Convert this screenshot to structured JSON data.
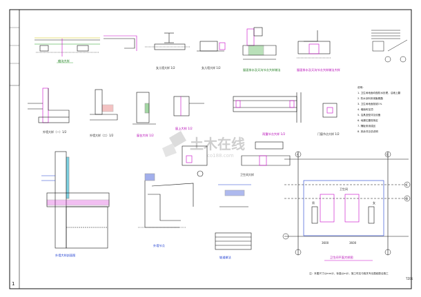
{
  "sheet": {
    "page_number": "1",
    "title_block_code": "TZ01",
    "bottom_note": "注：本图尺寸以mm计，标高以m计，施工时应与相关专业图纸配合施工"
  },
  "captions": {
    "d1": "檐沟大样",
    "d2": "女儿墙大样 1/2",
    "d3": "女儿墙大样 1/2",
    "d4": "屋面排水及天沟节点大样做法",
    "d5": "屋面排水及天沟节点大样做法大样",
    "d6": "外墙大样（一）1/2",
    "d7": "外墙大样（二）1/2",
    "d8": "窗台大样 1/2",
    "d9": "窗上大样 1/2",
    "d10": "雨篷节点大样 1/2",
    "d11": "门窗节点大样 1/2",
    "d12": "外墙大样剖面图",
    "d13": "外墙节点",
    "d14": "卫生间大样",
    "d15": "坡道做法",
    "d16": "卫生间平面大样图"
  },
  "plan": {
    "grid_left": "A",
    "grid_right": "B",
    "grid_top": "①",
    "grid_bottom": "②",
    "grid_mid": "C",
    "grid_mid2": "D",
    "room_label": "卫生间",
    "left_room": "男",
    "right_room": "女",
    "dim_left": "3600",
    "dim_right": "3600"
  },
  "notes": {
    "heading": "说明：",
    "lines": [
      "1. 卫生间地面均做防水处理，沿墙上翻",
      "2. 防水涂料采用聚氨酯",
      "3. 卫生间地面找坡1%",
      "4. 墙面砖至顶",
      "5. 洁具选型详见设备",
      "6. 地漏位置现场定",
      "7. 隔板采用成品",
      "8. 其余详见总说明"
    ]
  },
  "watermark": {
    "main": "土木在线",
    "sub": "co188.com"
  },
  "colors": {
    "line": "#1a1a1a",
    "green": "#1a9a1a",
    "magenta": "#c800c8",
    "blue": "#1a3ad0",
    "cyan": "#00a8c8",
    "red": "#d01010"
  }
}
